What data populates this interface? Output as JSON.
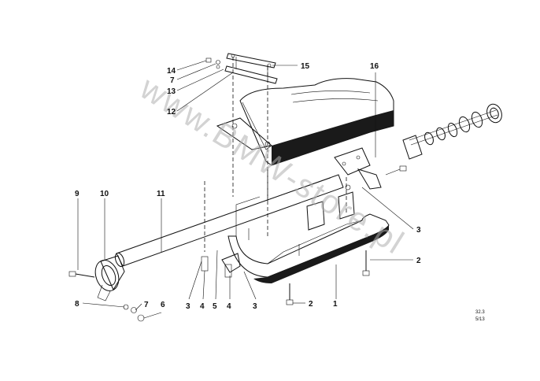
{
  "callouts": {
    "c14": "14",
    "c7a": "7",
    "c13": "13",
    "c12": "12",
    "c15": "15",
    "c16": "16",
    "c9": "9",
    "c10": "10",
    "c11": "11",
    "c3a": "3",
    "c2a": "2",
    "c3b": "3",
    "c4a": "4",
    "c5": "5",
    "c4b": "4",
    "c3c": "3",
    "c2b": "2",
    "c1": "1",
    "c8": "8",
    "c7b": "7",
    "c6": "6"
  },
  "ref": {
    "line1": "32.3",
    "line2": "5/13"
  },
  "watermark": "www.BMW-store.pl"
}
